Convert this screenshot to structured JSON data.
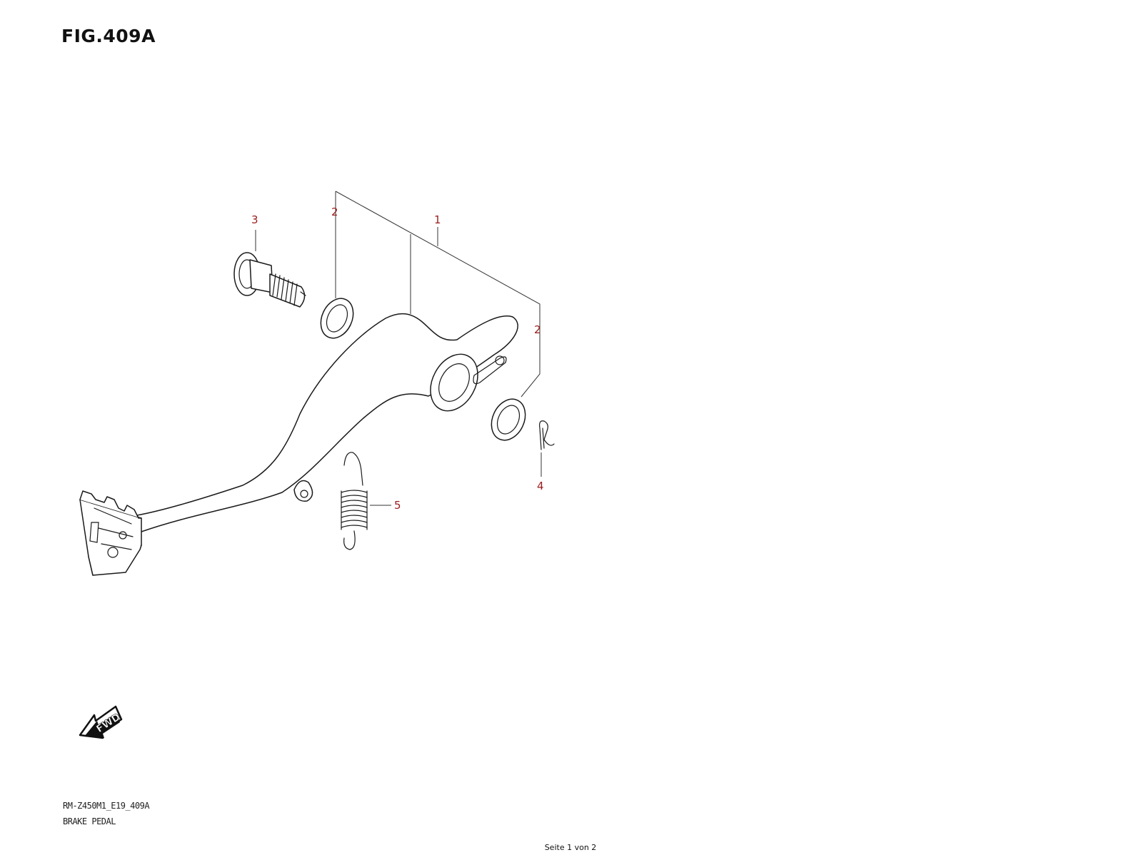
{
  "figure": {
    "title": "FIG.409A"
  },
  "callouts": [
    {
      "id": "c1",
      "label": "1"
    },
    {
      "id": "c2a",
      "label": "2"
    },
    {
      "id": "c2b",
      "label": "2"
    },
    {
      "id": "c3",
      "label": "3"
    },
    {
      "id": "c4",
      "label": "4"
    },
    {
      "id": "c5",
      "label": "5"
    }
  ],
  "fwd_label": "FWD",
  "footer": {
    "model_code": "RM-Z450M1_E19_409A",
    "diagram_name": "BRAKE PEDAL",
    "page_info": "Seite 1 von 2"
  },
  "colors": {
    "callout": "#9b1c1c",
    "line": "#1a1a1a",
    "background": "#ffffff"
  }
}
